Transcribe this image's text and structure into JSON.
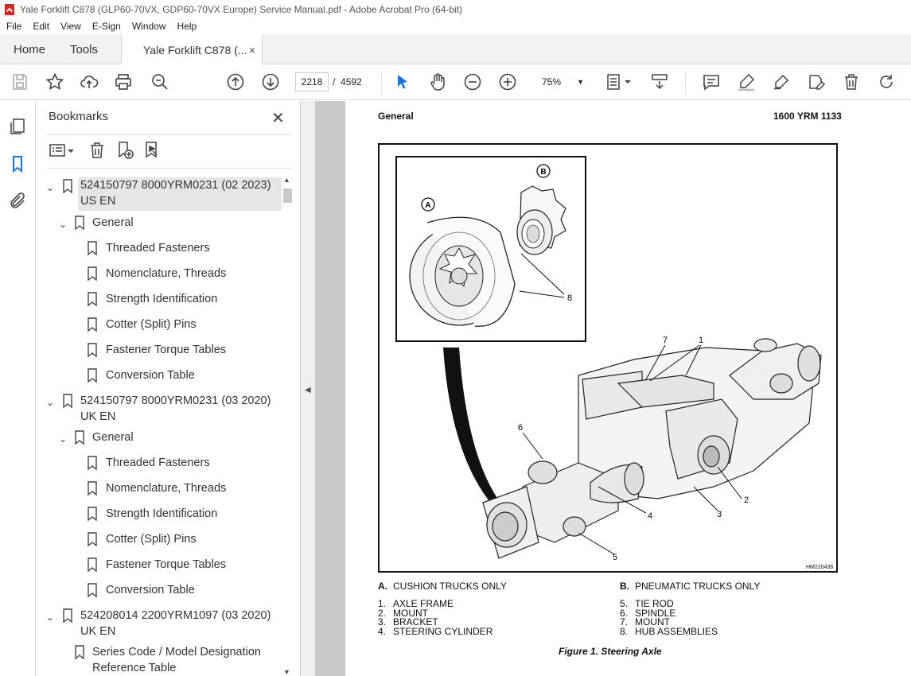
{
  "window": {
    "title": "Yale Forklift C878 (GLP60-70VX, GDP60-70VX Europe) Service Manual.pdf - Adobe Acrobat Pro (64-bit)"
  },
  "menu": [
    "File",
    "Edit",
    "View",
    "E-Sign",
    "Window",
    "Help"
  ],
  "tabs": {
    "home": "Home",
    "tools": "Tools",
    "document": "Yale Forklift C878 (...",
    "close": "×"
  },
  "toolbar": {
    "current_page": "2218",
    "page_separator": "/",
    "total_pages": "4592",
    "zoom": "75%"
  },
  "bookmarks": {
    "title": "Bookmarks",
    "close": "✕",
    "items": [
      {
        "label": "524150797 8000YRM0231 (02 2023)",
        "label2": "US EN",
        "level": 0
      },
      {
        "label": "General",
        "level": 1
      },
      {
        "label": "Threaded Fasteners",
        "level": 2
      },
      {
        "label": "Nomenclature, Threads",
        "level": 2
      },
      {
        "label": "Strength Identification",
        "level": 2
      },
      {
        "label": "Cotter (Split) Pins",
        "level": 2
      },
      {
        "label": "Fastener Torque Tables",
        "level": 2
      },
      {
        "label": "Conversion Table",
        "level": 2
      },
      {
        "label": "524150797 8000YRM0231 (03 2020)",
        "label2": "UK EN",
        "level": 0
      },
      {
        "label": "General",
        "level": 1
      },
      {
        "label": "Threaded Fasteners",
        "level": 2
      },
      {
        "label": "Nomenclature, Threads",
        "level": 2
      },
      {
        "label": "Strength Identification",
        "level": 2
      },
      {
        "label": "Cotter (Split) Pins",
        "level": 2
      },
      {
        "label": "Fastener Torque Tables",
        "level": 2
      },
      {
        "label": "Conversion Table",
        "level": 2
      },
      {
        "label": "524208014 2200YRM1097 (03 2020)",
        "label2": "UK EN",
        "level": 0
      },
      {
        "label": "Series Code / Model Designation",
        "label2": "Reference Table",
        "level": 1
      }
    ]
  },
  "page": {
    "header_left": "General",
    "header_right": "1600 YRM 1133",
    "figure_code": "HM220436",
    "callouts": {
      "A": "A",
      "B": "B",
      "n1": "1",
      "n2": "2",
      "n3": "3",
      "n4": "4",
      "n5": "5",
      "n6": "6",
      "n7": "7",
      "n8": "8"
    },
    "legend": {
      "A_key": "A.",
      "A_text": "CUSHION TRUCKS ONLY",
      "B_key": "B.",
      "B_text": "PNEUMATIC TRUCKS ONLY",
      "left": [
        {
          "n": "1.",
          "t": "AXLE FRAME"
        },
        {
          "n": "2.",
          "t": "MOUNT"
        },
        {
          "n": "3.",
          "t": "BRACKET"
        },
        {
          "n": "4.",
          "t": "STEERING CYLINDER"
        }
      ],
      "right": [
        {
          "n": "5.",
          "t": "TIE ROD"
        },
        {
          "n": "6.",
          "t": "SPINDLE"
        },
        {
          "n": "7.",
          "t": "MOUNT"
        },
        {
          "n": "8.",
          "t": "HUB ASSEMBLIES"
        }
      ]
    },
    "caption": "Figure 1.  Steering Axle"
  },
  "colors": {
    "accent": "#1473e6",
    "acrobat_red": "#e0231b"
  }
}
